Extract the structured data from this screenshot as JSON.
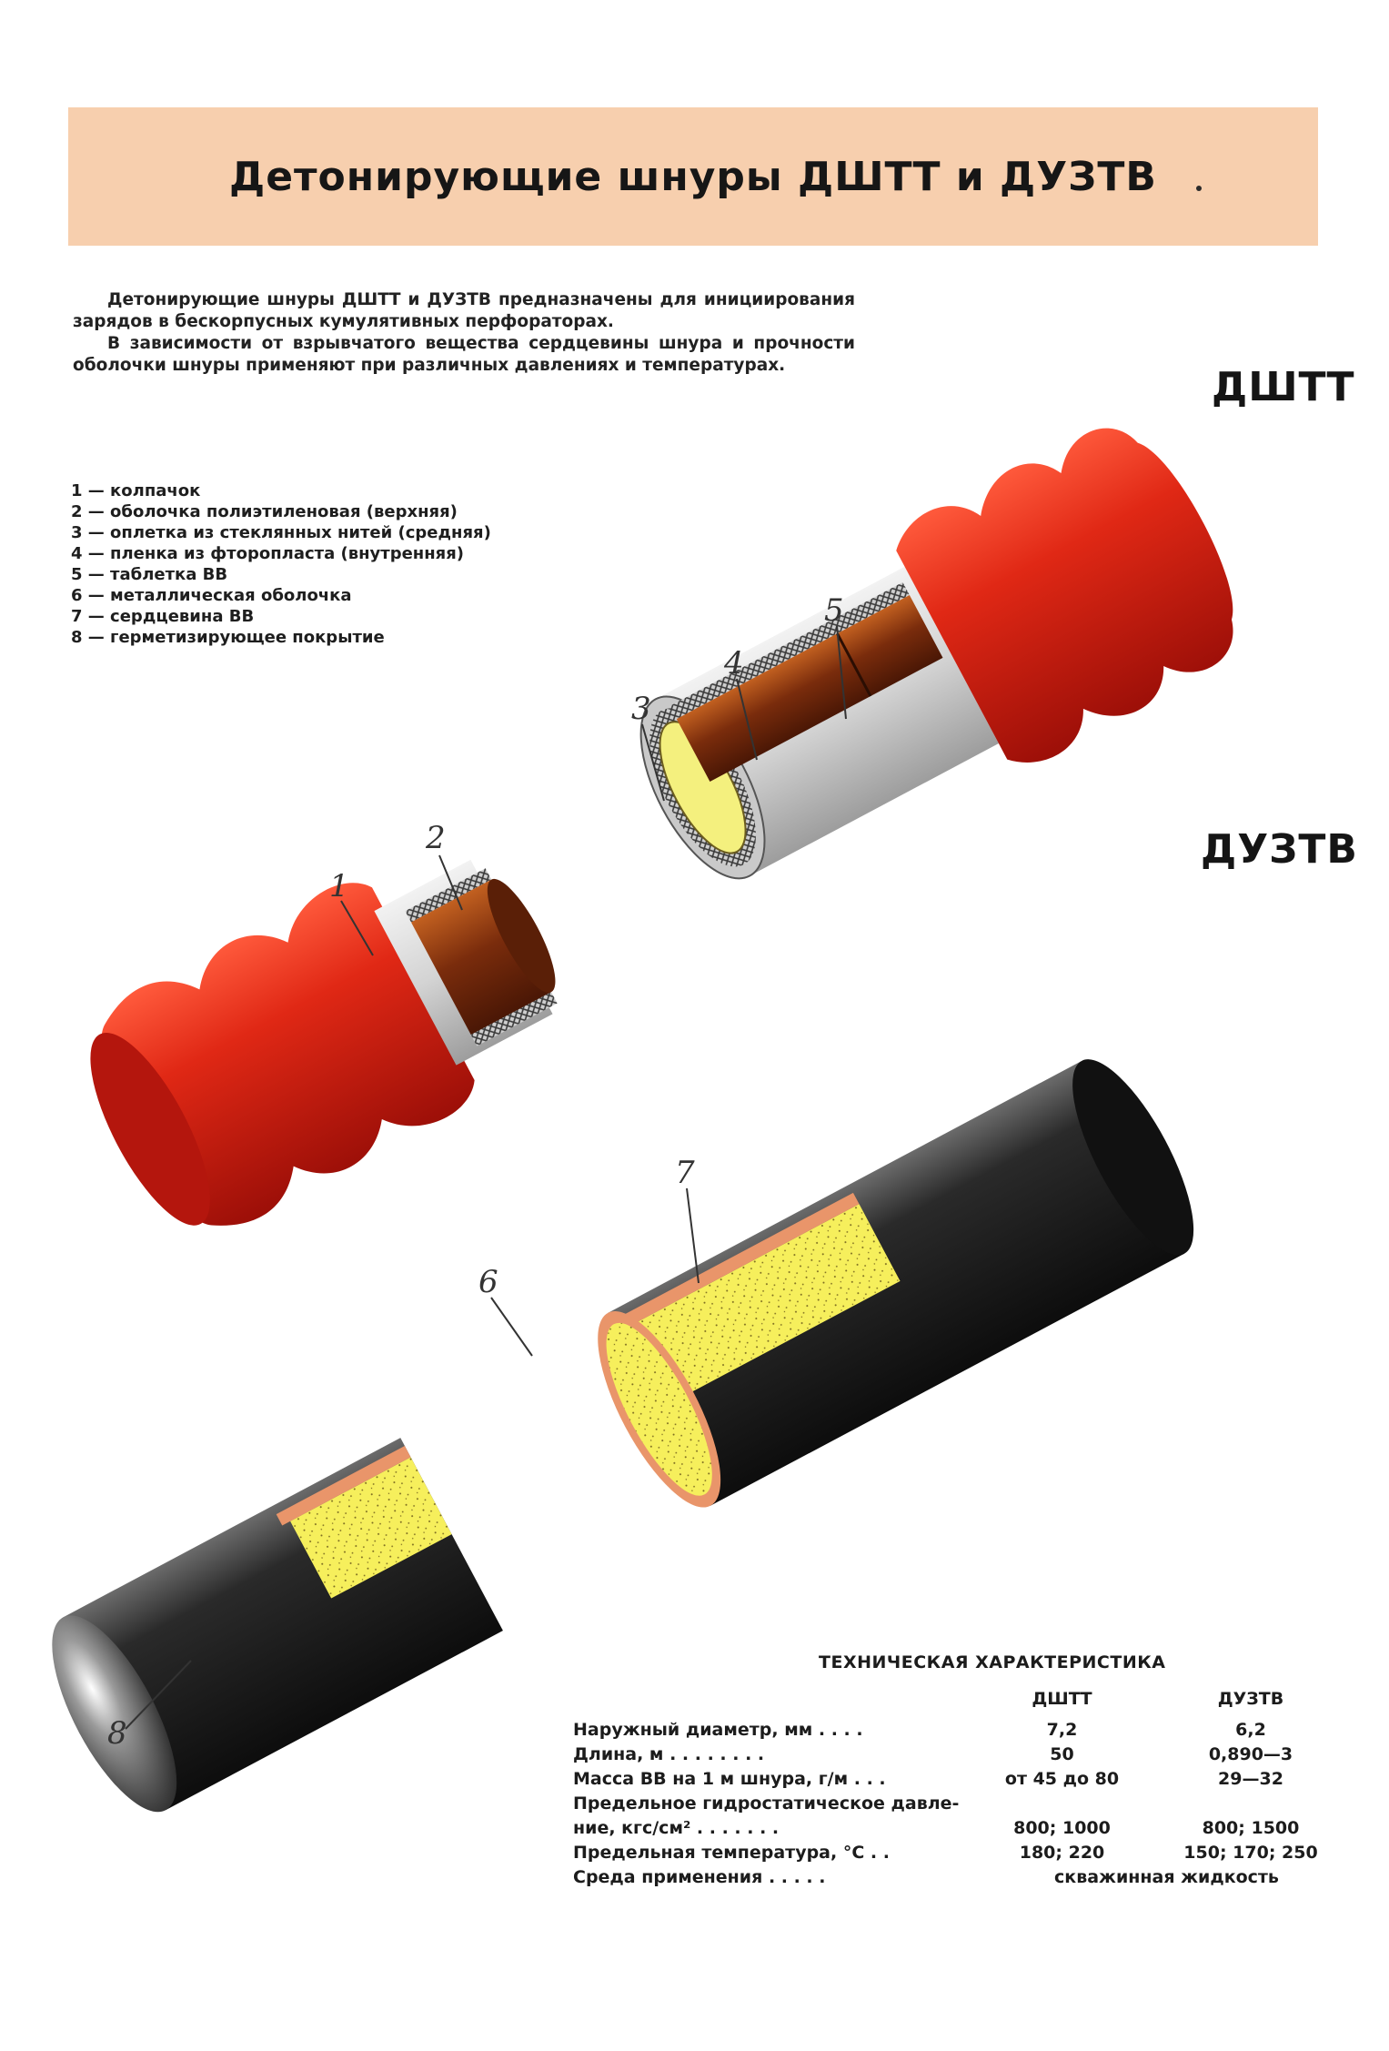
{
  "title": "Детонирующие шнуры ДШТТ и ДУЗТВ",
  "intro": [
    "Детонирующие шнуры ДШТТ и ДУЗТВ предназначены для инициирования зарядов в бескорпусных кумулятивных перфораторах.",
    "В зависимости от взрывчатого вещества сердцевины шнура и прочности оболочки шнуры применяют при различных давлениях и температурах."
  ],
  "labels": {
    "dshtt": "ДШТТ",
    "duztv": "ДУЗТВ"
  },
  "legend": [
    "1 — колпачок",
    "2 — оболочка полиэтиленовая (верхняя)",
    "3 — оплетка из стеклянных нитей (средняя)",
    "4 — пленка из фторопласта (внутренняя)",
    "5 — таблетка ВВ",
    "6 — металлическая оболочка",
    "7 — сердцевина ВВ",
    "8 — герметизирующее покрытие"
  ],
  "callouts": [
    "1",
    "2",
    "3",
    "4",
    "5",
    "6",
    "7",
    "8"
  ],
  "specs": {
    "title": "ТЕХНИЧЕСКАЯ ХАРАКТЕРИСТИКА",
    "columns": [
      "ДШТТ",
      "ДУЗТВ"
    ],
    "rows": [
      {
        "label": "Наружный диаметр, мм . . . .",
        "dshtt": "7,2",
        "duztv": "6,2"
      },
      {
        "label": "Длина, м . . . . . . . .",
        "dshtt": "50",
        "duztv": "0,890—3"
      },
      {
        "label": "Масса ВВ на 1 м шнура, г/м . . .",
        "dshtt": "от 45 до 80",
        "duztv": "29—32"
      },
      {
        "label": "Предельное гидростатическое давле-",
        "dshtt": "",
        "duztv": ""
      },
      {
        "label": "ние, кгс/см² . . . . . . .",
        "dshtt": "800; 1000",
        "duztv": "800; 1500"
      },
      {
        "label": "Предельная температура, °С . .",
        "dshtt": "180; 220",
        "duztv": "150; 170; 250"
      },
      {
        "label": "Среда применения . . . . .",
        "merged": "скважинная жидкость"
      }
    ]
  },
  "colors": {
    "banner": "#f7cfae",
    "cap_red": "#c41a12",
    "polyethylene": "#d4d4d4",
    "charge_brown": "#8a3a12",
    "explosive_yellow": "#f5ef5a",
    "shell_copper": "#e9956a",
    "coating_black": "#1d1d1d"
  }
}
